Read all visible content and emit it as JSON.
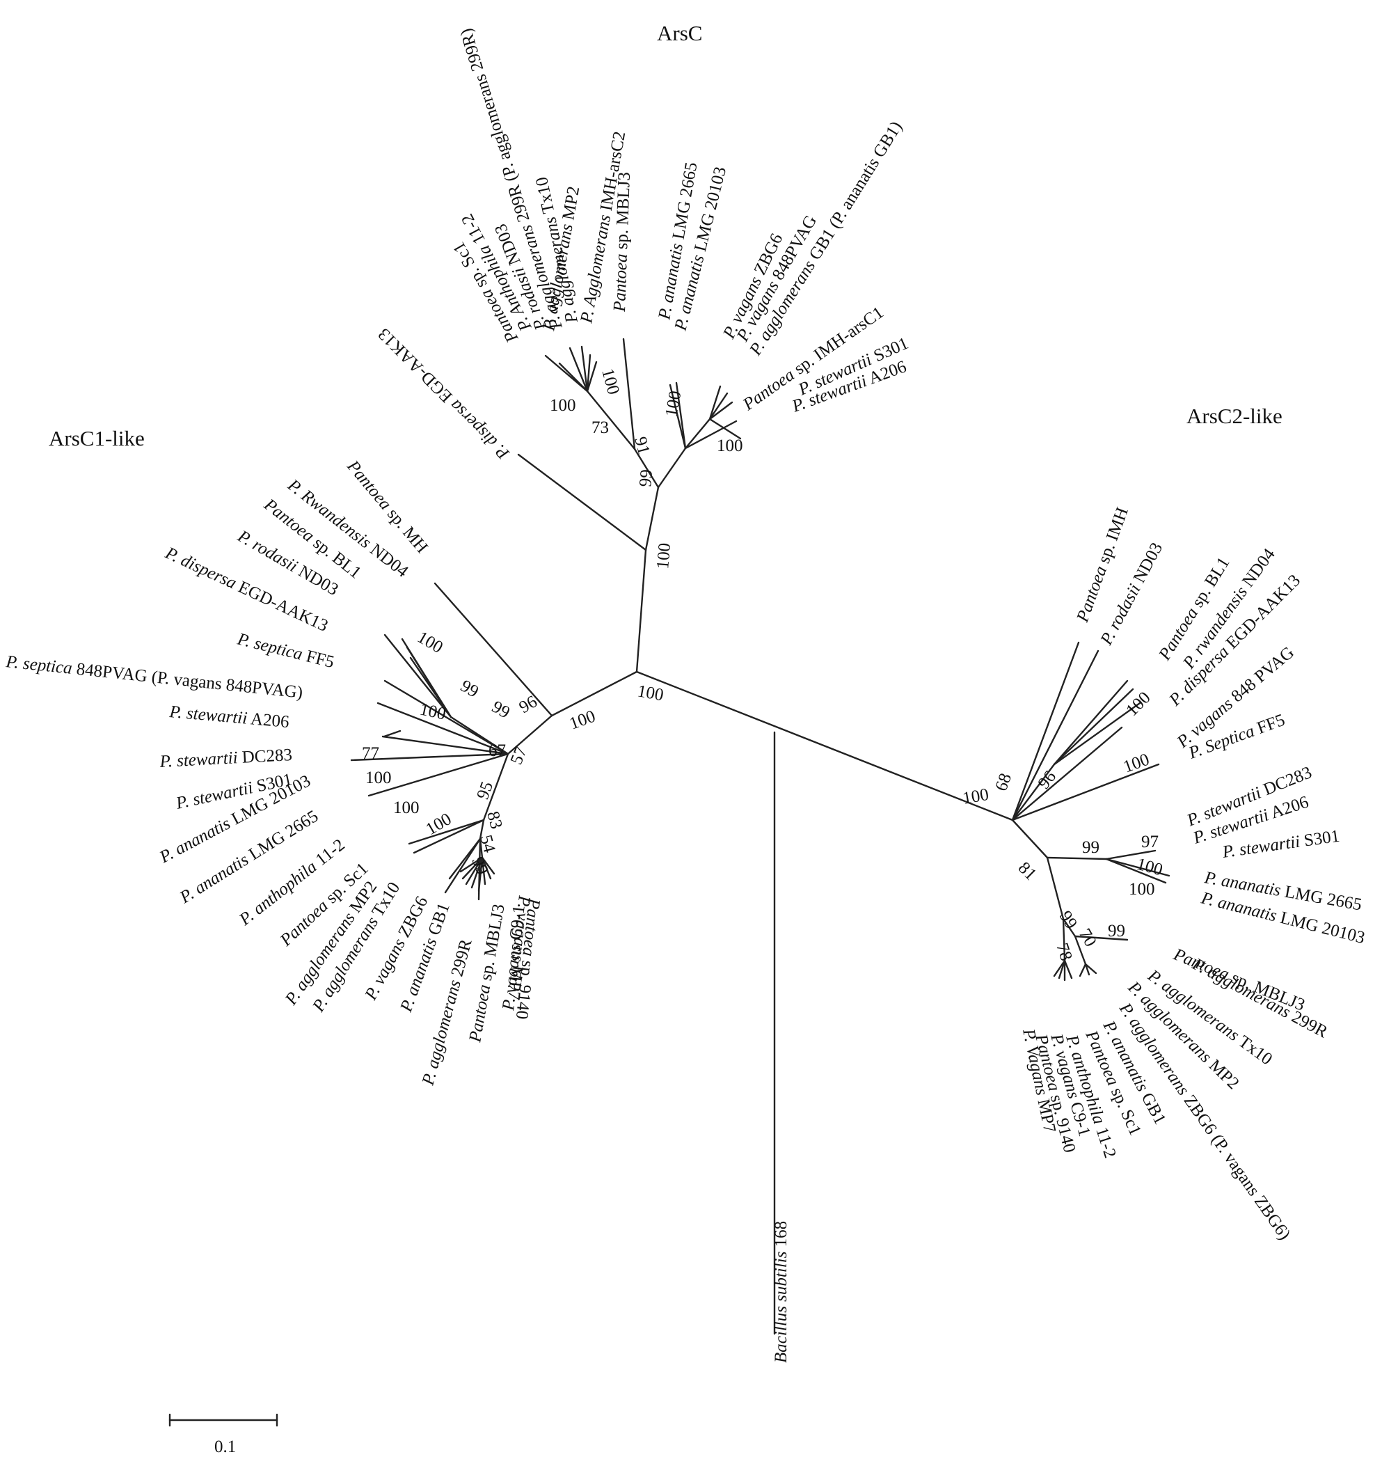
{
  "groups": {
    "arsc": "ArsC",
    "arsc1": "ArsC1-like",
    "arsc2": "ArsC2-like"
  },
  "scale_bar": {
    "label": "0.1"
  },
  "outgroup": {
    "name": "Bacillus subtilis",
    "strain": "168"
  },
  "arsc_taxa": [
    [
      "P. dispersa",
      " EGD-AAK13"
    ],
    [
      "Pantoea",
      " sp. Sc1"
    ],
    [
      "P. Anthophila",
      " 11-2"
    ],
    [
      "P. rodasii",
      " ND03"
    ],
    [
      "P. agglomerans",
      " 299R (P. agglomerans 299R)"
    ],
    [
      "P. agglomerans",
      " Tx10"
    ],
    [
      "P. agglomerans",
      " MP2"
    ],
    [
      "P. Agglomerans",
      " IMH-arsC2"
    ],
    [
      "Pantoea",
      " sp. MBLJ3"
    ],
    [
      "P. ananatis",
      " LMG 2665"
    ],
    [
      "P. ananatis",
      " LMG 20103"
    ],
    [
      "P. vagans",
      " ZBG6"
    ],
    [
      "P. vagans",
      " 848PVAG"
    ],
    [
      "P. agglomerans",
      " GB1 (P. ananatis GB1)"
    ],
    [
      "Pantoea",
      " sp. IMH-arsC1"
    ],
    [
      "P. stewartii",
      " S301"
    ],
    [
      "P. stewartii",
      " A206"
    ]
  ],
  "arsc1_taxa": [
    [
      "Pantoea",
      " sp. MH"
    ],
    [
      "P. Rwandensis",
      " ND04"
    ],
    [
      "Pantoea",
      " sp. BL1"
    ],
    [
      "P. rodasii",
      " ND03"
    ],
    [
      "P. dispersa",
      " EGD-AAK13"
    ],
    [
      "P. septica",
      " FF5"
    ],
    [
      "P. septica",
      " 848PVAG (P. vagans 848PVAG)"
    ],
    [
      "P. stewartii",
      " A206"
    ],
    [
      "P. stewartii",
      " DC283"
    ],
    [
      "P. stewartii",
      " S301"
    ],
    [
      "P. ananatis",
      " LMG 20103"
    ],
    [
      "P. ananatis",
      " LMG 2665"
    ],
    [
      "P. anthophila",
      " 11-2"
    ],
    [
      "Pantoea",
      " sp. Sc1"
    ],
    [
      "P. agglomerans",
      " MP2"
    ],
    [
      "P. agglomerans",
      " Tx10"
    ],
    [
      "P. vagans",
      " ZBG6"
    ],
    [
      "P. ananatis",
      " GB1"
    ],
    [
      "P. agglomerans",
      " 299R"
    ],
    [
      "Pantoea",
      " sp. MBLJ3"
    ],
    [
      "P. vagans",
      " C9-1"
    ],
    [
      "P. vagans",
      " MP7"
    ],
    [
      "Pantoea",
      " sp. 9140"
    ]
  ],
  "arsc2_taxa": [
    [
      "Pantoea",
      " sp. IMH"
    ],
    [
      "P. rodasii",
      " ND03"
    ],
    [
      "Pantoea",
      " sp. BL1"
    ],
    [
      "P. rwandensis",
      " ND04"
    ],
    [
      "P. dispersa",
      " EGD-AAK13"
    ],
    [
      "P. vagans",
      " 848 PVAG"
    ],
    [
      "P. Septica",
      " FF5"
    ],
    [
      "P. stewartii",
      " DC283"
    ],
    [
      "P. stewartii",
      " A206"
    ],
    [
      "P. stewartii",
      " S301"
    ],
    [
      "P. ananatis",
      " LMG 2665"
    ],
    [
      "P. ananatis",
      " LMG 20103"
    ],
    [
      "Pantoea",
      " sp. MBLJ3"
    ],
    [
      "P. agglomerans",
      " 299R"
    ],
    [
      "P. agglomerans",
      " Tx10"
    ],
    [
      "P. agglomerans",
      " MP2"
    ],
    [
      "P. agglomerans",
      " ZBG6 (P. vagans ZBG6)"
    ],
    [
      "P. ananatis",
      " GB1"
    ],
    [
      "Pantoea",
      " sp. Sc1"
    ],
    [
      "P. anthophila",
      " 11-2"
    ],
    [
      "P. vagans",
      " C9-1"
    ],
    [
      "Pantoea",
      " sp. 9140"
    ],
    [
      "P. Vagans",
      " MP7"
    ]
  ],
  "bootstrap_values": {
    "arsc": [
      "100",
      "100",
      "73",
      "91",
      "100",
      "100",
      "99",
      "100"
    ],
    "arsc1": [
      "100",
      "99",
      "99",
      "96",
      "100",
      "100",
      "67",
      "57",
      "77",
      "100",
      "95",
      "100",
      "100",
      "83",
      "54",
      "99"
    ],
    "arsc2": [
      "100",
      "68",
      "96",
      "100",
      "100",
      "81",
      "99",
      "97",
      "100",
      "100",
      "99",
      "99",
      "70",
      "78"
    ],
    "root": [
      "100"
    ]
  }
}
